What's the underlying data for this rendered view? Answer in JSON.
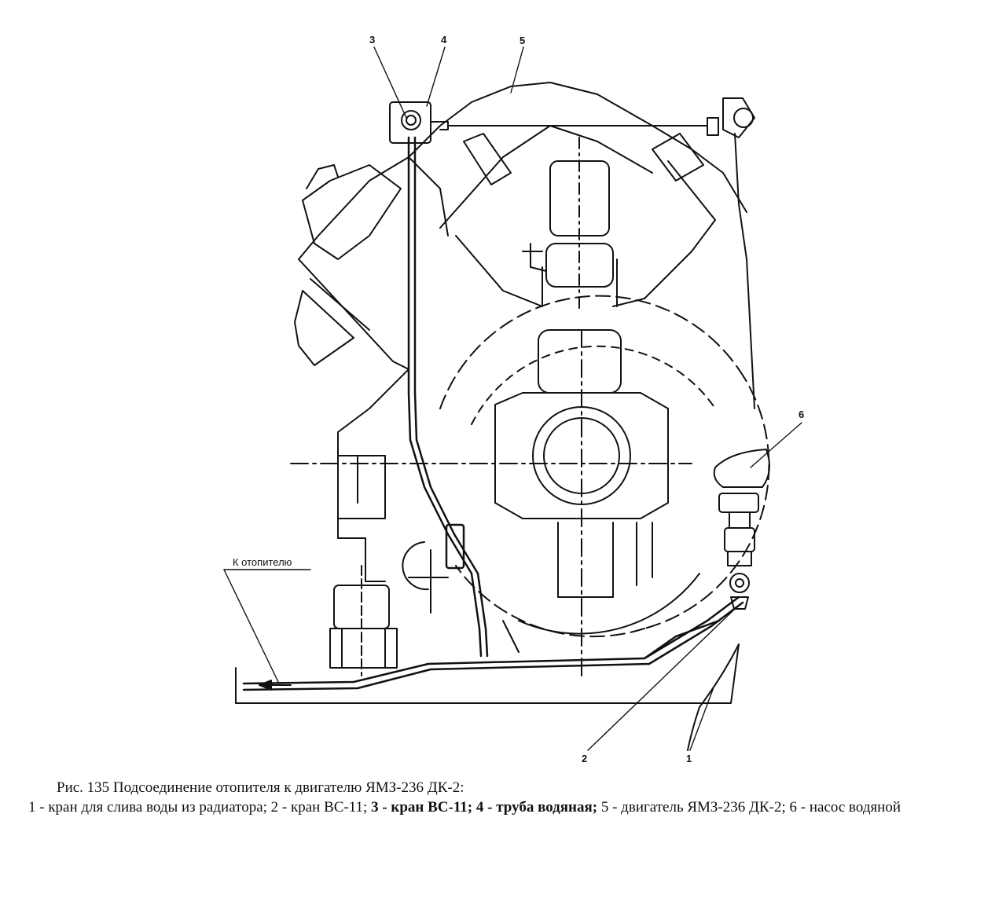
{
  "figure": {
    "callouts": [
      "1",
      "2",
      "3",
      "4",
      "5",
      "6"
    ],
    "heater_label": "К отопителю"
  },
  "caption": {
    "title": "Рис. 135  Подсоединение отопителя к двигателю ЯМЗ-236 ДК-2:",
    "items": [
      "1 - кран для слива воды из радиатора; ",
      "2 - кран ВС-11; ",
      "3 - кран ВС-11; 4 - труба водяная; ",
      "5 - двигатель ЯМЗ-236 ДК-2; ",
      "6 - насос водяной"
    ]
  }
}
